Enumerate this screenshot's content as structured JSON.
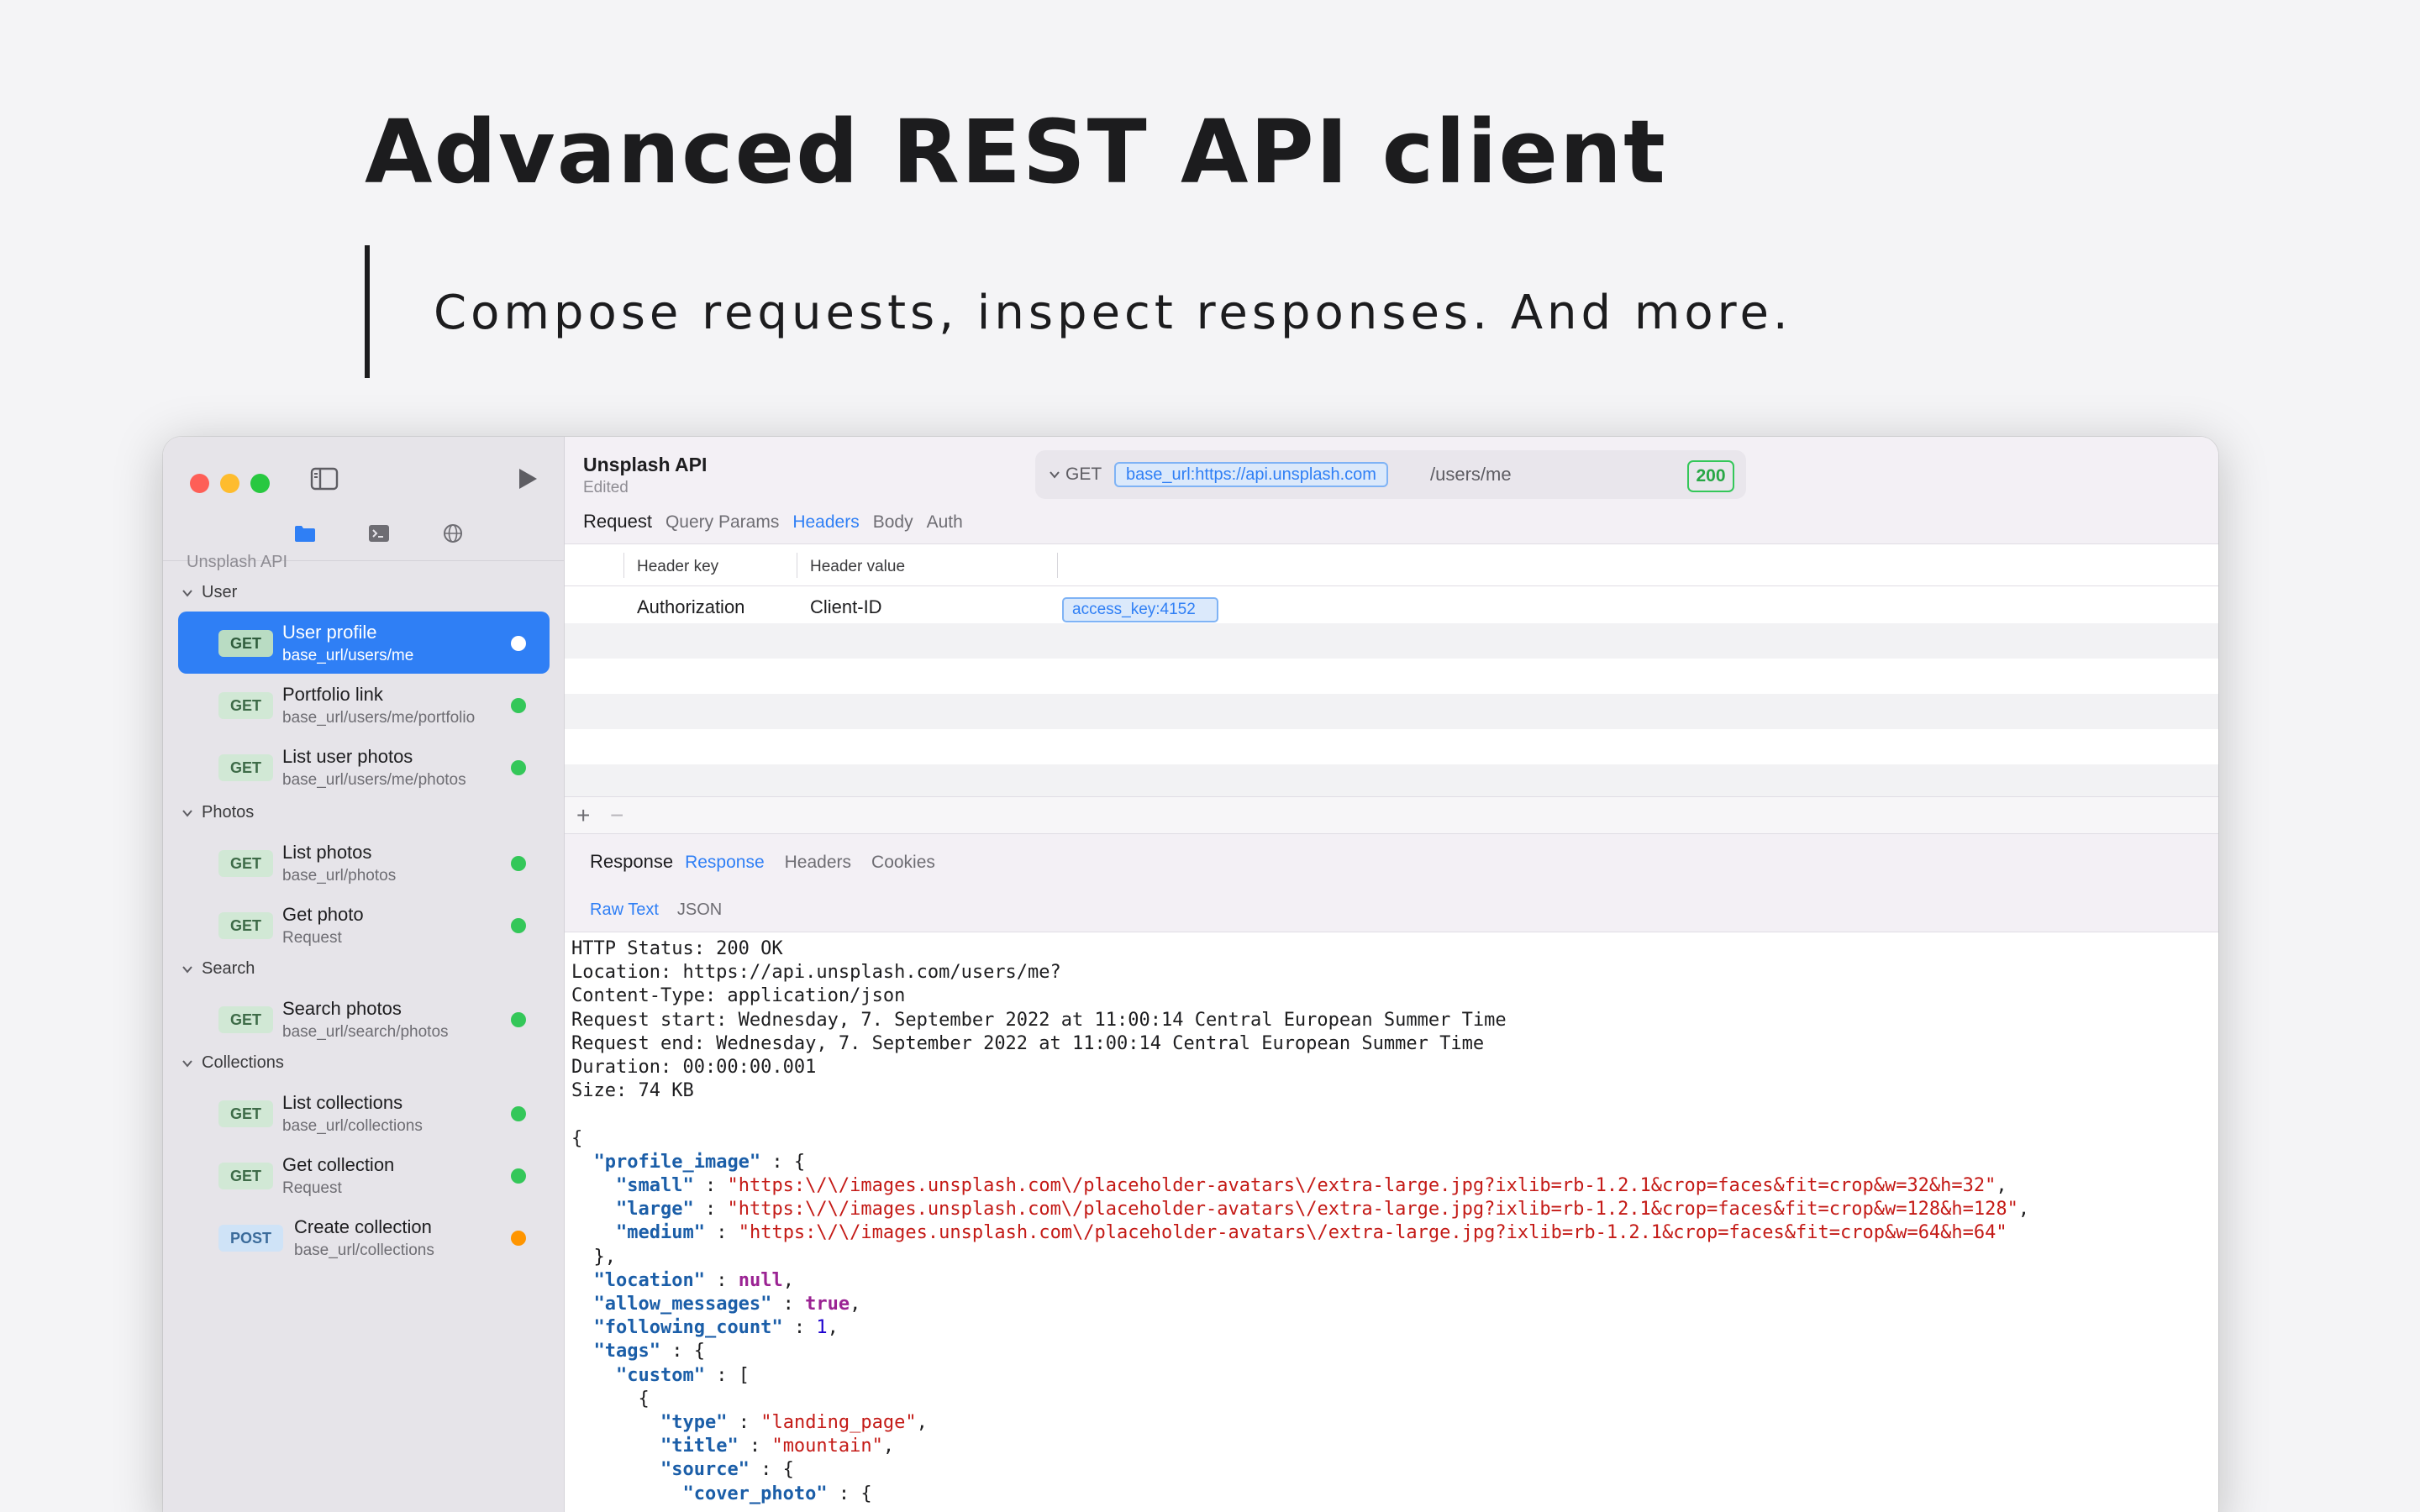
{
  "hero": {
    "title": "Advanced REST API client",
    "subtitle": "Compose requests, inspect responses. And more."
  },
  "sidebar": {
    "root_label": "Unsplash API",
    "groups": [
      {
        "label": "User"
      },
      {
        "label": "Photos"
      },
      {
        "label": "Search"
      },
      {
        "label": "Collections"
      }
    ],
    "items": [
      {
        "method": "GET",
        "title": "User profile",
        "subtitle": "base_url/users/me"
      },
      {
        "method": "GET",
        "title": "Portfolio link",
        "subtitle": "base_url/users/me/portfolio"
      },
      {
        "method": "GET",
        "title": "List user photos",
        "subtitle": "base_url/users/me/photos"
      },
      {
        "method": "GET",
        "title": "List photos",
        "subtitle": "base_url/photos"
      },
      {
        "method": "GET",
        "title": "Get photo",
        "subtitle": "Request"
      },
      {
        "method": "GET",
        "title": "Search photos",
        "subtitle": "base_url/search/photos"
      },
      {
        "method": "GET",
        "title": "List collections",
        "subtitle": "base_url/collections"
      },
      {
        "method": "GET",
        "title": "Get collection",
        "subtitle": "Request"
      },
      {
        "method": "POST",
        "title": "Create collection",
        "subtitle": "base_url/collections"
      }
    ],
    "status_colors": {
      "ok": "#34c759",
      "pending": "#ff9500",
      "accent": "#2f7ff5"
    }
  },
  "toolbar": {
    "project_title": "Unsplash API",
    "project_status": "Edited",
    "method": "GET",
    "url_variable": "base_url:https://api.unsplash.com",
    "url_path": "/users/me",
    "status_code": "200"
  },
  "request_tabs": {
    "label": "Request",
    "tabs": [
      "Query Params",
      "Headers",
      "Body",
      "Auth"
    ],
    "active": "Headers"
  },
  "headers_table": {
    "columns": [
      "Header key",
      "Header value"
    ],
    "rows": [
      {
        "key": "Authorization",
        "value_prefix": "Client-ID",
        "value_variable": "access_key:4152"
      }
    ]
  },
  "response_tabs": {
    "label": "Response",
    "tabs": [
      "Response",
      "Headers",
      "Cookies"
    ],
    "active": "Response",
    "format_tabs": [
      "Raw Text",
      "JSON"
    ],
    "active_format": "Raw Text"
  },
  "response_meta": [
    "HTTP Status: 200 OK",
    "Location: https://api.unsplash.com/users/me?",
    "Content-Type: application/json",
    "Request start: Wednesday, 7. September 2022 at 11:00:14 Central European Summer Time",
    "Request end: Wednesday, 7. September 2022 at 11:00:14 Central European Summer Time",
    "Duration: 00:00:00.001",
    "Size: 74 KB"
  ],
  "response_json": {
    "small_url": "https:\\/\\/images.unsplash.com\\/placeholder-avatars\\/extra-large.jpg?ixlib=rb-1.2.1&crop=faces&fit=crop&w=32&h=32",
    "large_url": "https:\\/\\/images.unsplash.com\\/placeholder-avatars\\/extra-large.jpg?ixlib=rb-1.2.1&crop=faces&fit=crop&w=128&h=128",
    "medium_url": "https:\\/\\/images.unsplash.com\\/placeholder-avatars\\/extra-large.jpg?ixlib=rb-1.2.1&crop=faces&fit=crop&w=64&h=64",
    "location": "null",
    "allow_messages": "true",
    "following_count": "1",
    "type": "landing_page",
    "title": "mountain"
  }
}
